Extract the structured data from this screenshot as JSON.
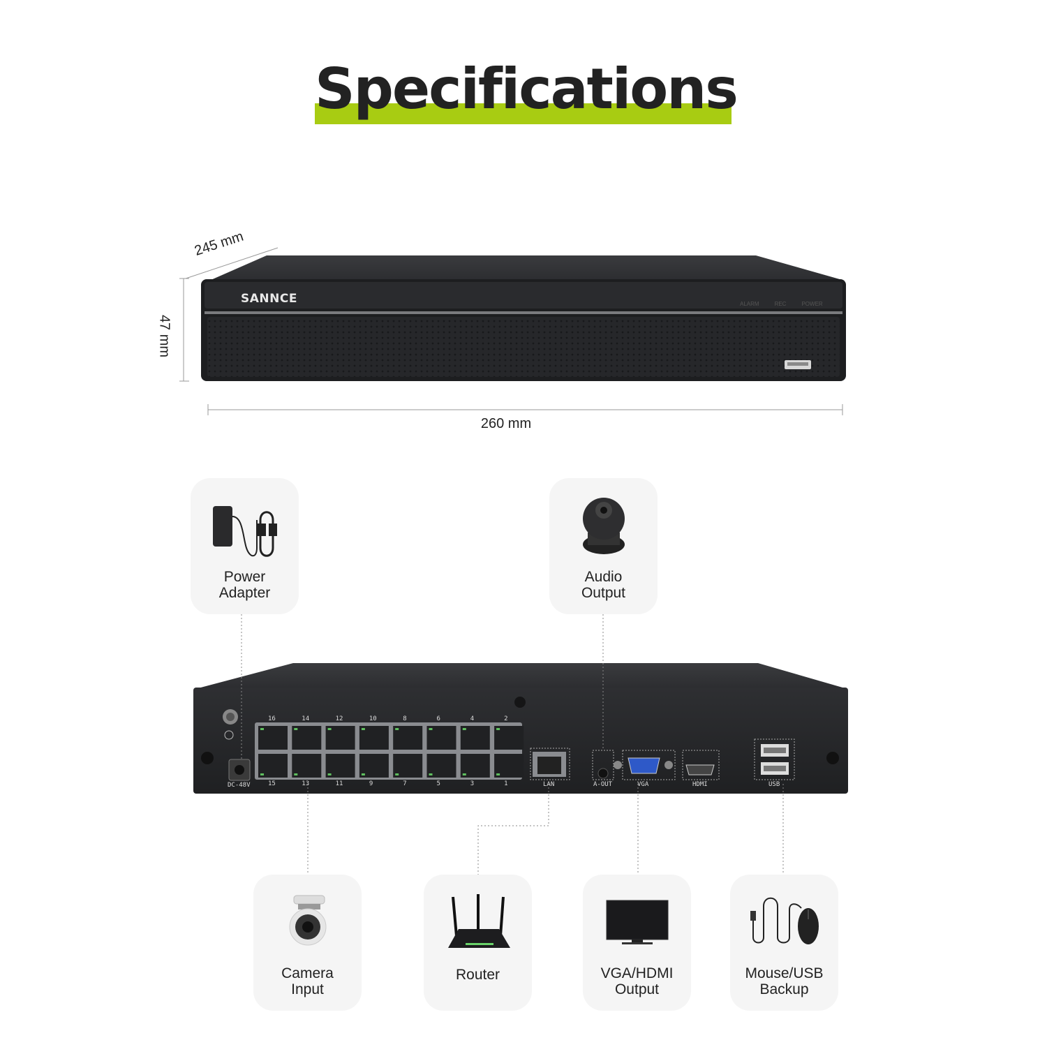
{
  "title": "Specifications",
  "brand": "SANNCE",
  "front_panel": {
    "leds": [
      "ALARM",
      "REC",
      "POWER"
    ]
  },
  "dimensions": {
    "depth": "245 mm",
    "height": "47 mm",
    "width": "260 mm"
  },
  "rear_panel": {
    "ports_top": [
      "16",
      "14",
      "12",
      "10",
      "8",
      "6",
      "4",
      "2"
    ],
    "ports_bottom": [
      "15",
      "13",
      "11",
      "9",
      "7",
      "5",
      "3",
      "1"
    ],
    "power_label": "DC-48V",
    "lan_label": "LAN",
    "audio_label": "A-OUT",
    "vga_label": "VGA",
    "hdmi_label": "HDMI",
    "usb_label": "USB"
  },
  "cards": {
    "power_adapter": {
      "line1": "Power",
      "line2": "Adapter",
      "icon": "power-adapter-icon"
    },
    "audio_output": {
      "line1": "Audio",
      "line2": "Output",
      "icon": "speaker-icon"
    },
    "camera_input": {
      "line1": "Camera",
      "line2": "Input",
      "icon": "bullet-camera-icon"
    },
    "router": {
      "line1": "Router",
      "icon": "router-icon"
    },
    "vga_hdmi": {
      "line1": "VGA/HDMI",
      "line2": "Output",
      "icon": "monitor-icon"
    },
    "mouse_usb": {
      "line1": "Mouse/USB",
      "line2": "Backup",
      "icon": "mouse-icon"
    }
  },
  "colors": {
    "accent": "#a8cc12",
    "device": "#2a2b2d",
    "card_bg": "#f5f5f5"
  }
}
